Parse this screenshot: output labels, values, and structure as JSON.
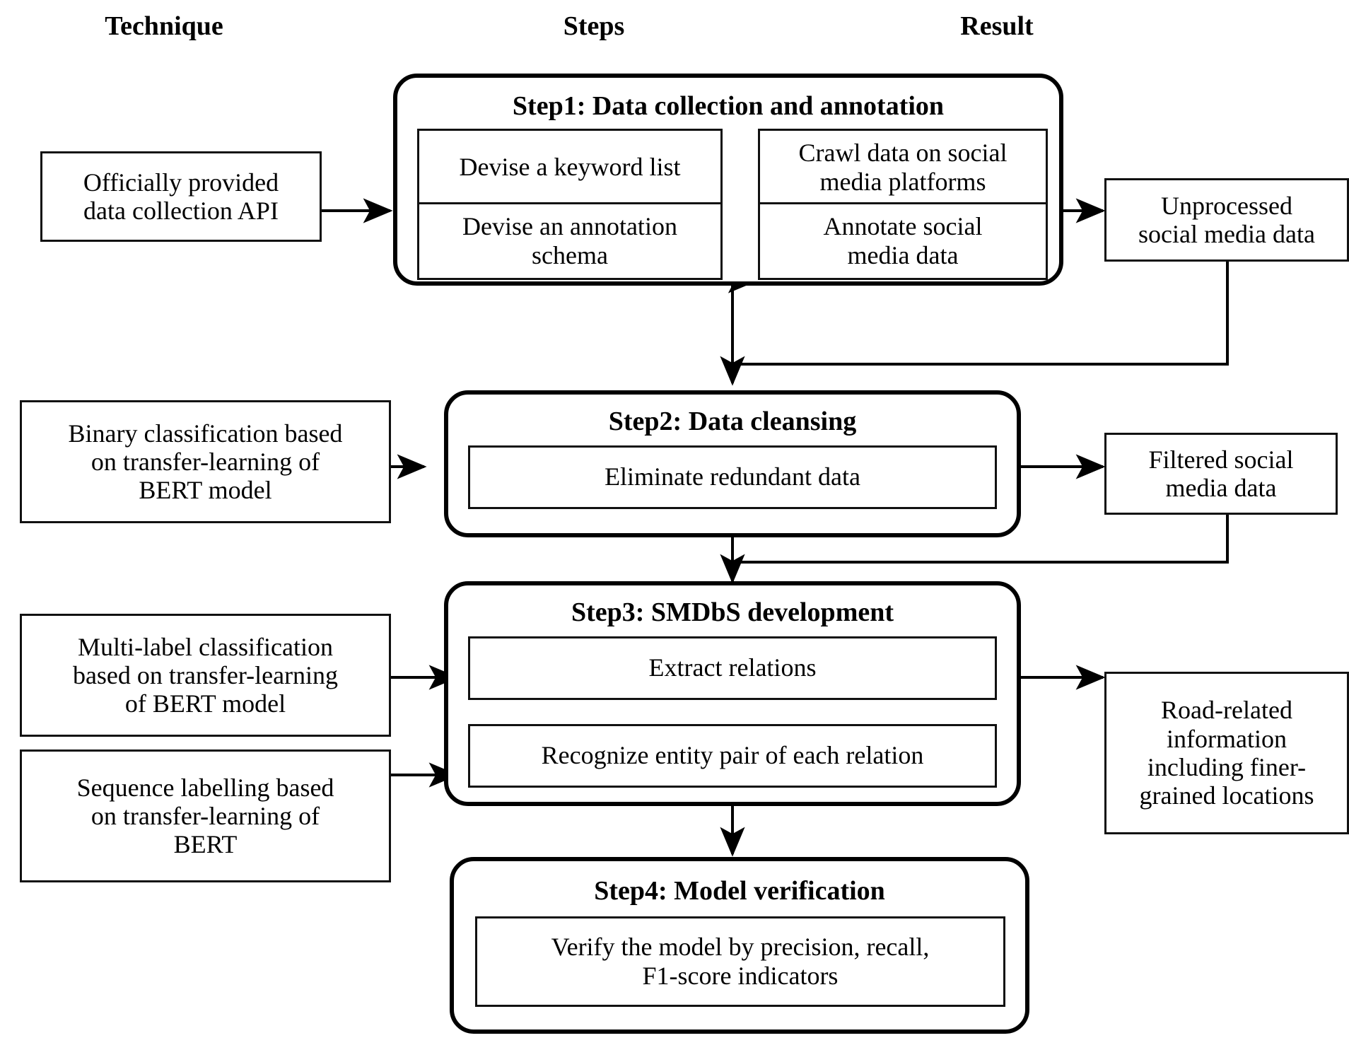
{
  "headers": {
    "technique": "Technique",
    "steps": "Steps",
    "result": "Result"
  },
  "techniques": [
    {
      "label": "Officially provided\ndata collection API"
    },
    {
      "label": "Binary classification based\non transfer-learning of\nBERT model"
    },
    {
      "label": "Multi-label classification\nbased on transfer-learning\nof BERT model"
    },
    {
      "label": "Sequence labelling based\non transfer-learning of\nBERT"
    }
  ],
  "steps": [
    {
      "title": "Step1:  Data collection and annotation",
      "tasks": [
        {
          "label": "Devise a keyword list"
        },
        {
          "label": "Crawl data on social\nmedia platforms"
        },
        {
          "label": "Devise an annotation\nschema"
        },
        {
          "label": "Annotate social\nmedia data"
        }
      ]
    },
    {
      "title": "Step2:  Data cleansing",
      "tasks": [
        {
          "label": "Eliminate redundant data"
        }
      ]
    },
    {
      "title": "Step3:  SMDbS development",
      "tasks": [
        {
          "label": "Extract relations"
        },
        {
          "label": "Recognize entity pair of each relation"
        }
      ]
    },
    {
      "title": "Step4:  Model verification",
      "tasks": [
        {
          "label": "Verify the model by precision, recall,\nF1-score indicators"
        }
      ]
    }
  ],
  "results": [
    {
      "label": "Unprocessed\nsocial media data"
    },
    {
      "label": "Filtered social\nmedia data"
    },
    {
      "label": "Road-related\ninformation\nincluding finer-\ngrained locations"
    }
  ],
  "colors": {
    "stroke": "#000000",
    "thin_stroke": "#111111",
    "background": "#ffffff",
    "text": "#000000"
  }
}
